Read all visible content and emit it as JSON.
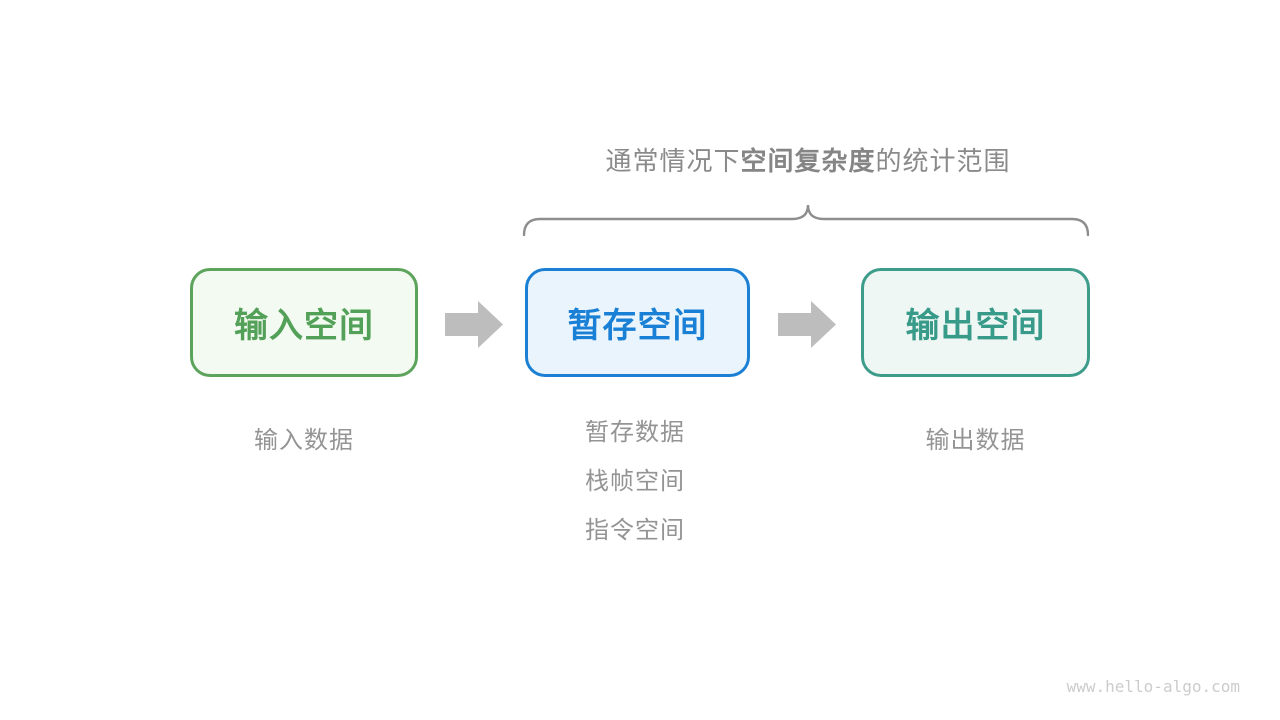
{
  "title": {
    "prefix": "通常情况下",
    "bold": "空间复杂度",
    "suffix": "的统计范围"
  },
  "boxes": [
    {
      "id": "input-space",
      "label": "输入空间",
      "border_color": "#5CA45C",
      "fill_color": "#F3FAF1",
      "text_color": "#53A158"
    },
    {
      "id": "temp-space",
      "label": "暂存空间",
      "border_color": "#1B80D4",
      "fill_color": "#E9F4FC",
      "text_color": "#1A80D6"
    },
    {
      "id": "output-space",
      "label": "输出空间",
      "border_color": "#3E9C8B",
      "fill_color": "#EEF7F4",
      "text_color": "#389A88"
    }
  ],
  "notes": {
    "input": "输入数据",
    "temp": [
      "暂存数据",
      "栈帧空间",
      "指令空间"
    ],
    "output": "输出数据"
  },
  "watermark": "www.hello-algo.com",
  "colors": {
    "arrow": "#BDBDBD",
    "brace": "#8E8E8E",
    "title_text": "#8A8A8A",
    "note_text": "#949494",
    "watermark_text": "#CCCCCC",
    "background": "#FFFFFF"
  }
}
